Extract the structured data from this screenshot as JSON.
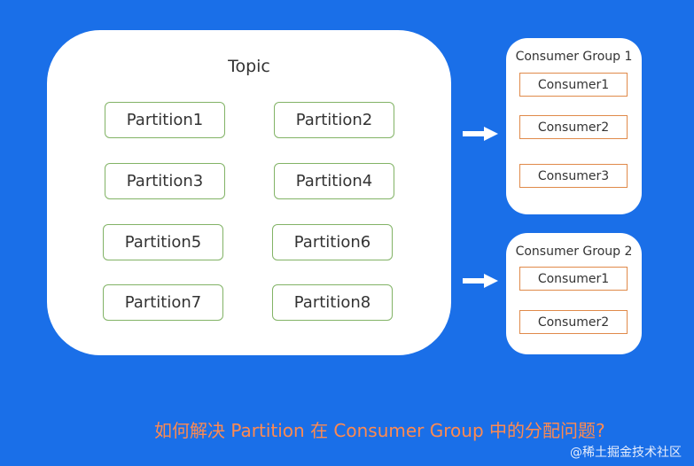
{
  "topic": {
    "title": "Topic",
    "partitions": [
      "Partition1",
      "Partition2",
      "Partition3",
      "Partition4",
      "Partition5",
      "Partition6",
      "Partition7",
      "Partition8"
    ]
  },
  "groups": [
    {
      "title": "Consumer Group 1",
      "consumers": [
        "Consumer1",
        "Consumer2",
        "Consumer3"
      ]
    },
    {
      "title": "Consumer Group 2",
      "consumers": [
        "Consumer1",
        "Consumer2"
      ]
    }
  ],
  "caption": "如何解决 Partition 在 Consumer Group 中的分配问题?",
  "watermark": "@稀土掘金技术社区",
  "colors": {
    "background": "#1a6fe8",
    "partition_border": "#82b366",
    "consumer_border": "#e08a4a",
    "caption": "#ff8a50"
  }
}
